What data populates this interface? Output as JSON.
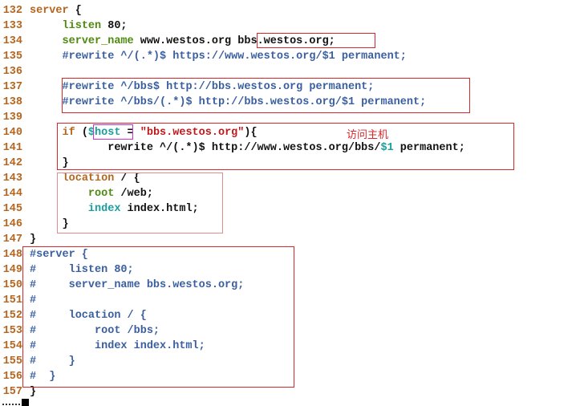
{
  "editor": {
    "lines": [
      {
        "num": "132",
        "segs": [
          {
            "t": "server",
            "c": "kw"
          },
          {
            "t": " {",
            "c": "txt"
          }
        ]
      },
      {
        "num": "133",
        "segs": [
          {
            "t": "     ",
            "c": "txt"
          },
          {
            "t": "listen",
            "c": "dir"
          },
          {
            "t": " 80;",
            "c": "txt"
          }
        ]
      },
      {
        "num": "134",
        "segs": [
          {
            "t": "     ",
            "c": "txt"
          },
          {
            "t": "server_name",
            "c": "dir"
          },
          {
            "t": " www.westos.org bbs.westos.org;",
            "c": "txt"
          }
        ]
      },
      {
        "num": "135",
        "segs": [
          {
            "t": "     ",
            "c": "txt"
          },
          {
            "t": "#rewrite ^/(.*)$ https://www.westos.org/$1 permanent;",
            "c": "cmt"
          }
        ]
      },
      {
        "num": "136",
        "segs": []
      },
      {
        "num": "137",
        "segs": [
          {
            "t": "     ",
            "c": "txt"
          },
          {
            "t": "#rewrite ^/bbs$ http://bbs.westos.org permanent;",
            "c": "cmt"
          }
        ]
      },
      {
        "num": "138",
        "segs": [
          {
            "t": "     ",
            "c": "txt"
          },
          {
            "t": "#rewrite ^/bbs/(.*)$ http://bbs.westos.org/$1 permanent;",
            "c": "cmt"
          }
        ]
      },
      {
        "num": "139",
        "segs": []
      },
      {
        "num": "140",
        "segs": [
          {
            "t": "     ",
            "c": "txt"
          },
          {
            "t": "if",
            "c": "kw"
          },
          {
            "t": " (",
            "c": "txt"
          },
          {
            "t": "$host",
            "c": "teal"
          },
          {
            "t": " = ",
            "c": "txt"
          },
          {
            "t": "\"bbs.westos.org\"",
            "c": "str"
          },
          {
            "t": "){",
            "c": "txt"
          }
        ]
      },
      {
        "num": "141",
        "segs": [
          {
            "t": "            rewrite ^/(.*)$ http://www.westos.org/bbs/",
            "c": "txt"
          },
          {
            "t": "$1",
            "c": "teal"
          },
          {
            "t": " permanent;",
            "c": "txt"
          }
        ]
      },
      {
        "num": "142",
        "segs": [
          {
            "t": "     }",
            "c": "txt"
          }
        ]
      },
      {
        "num": "143",
        "segs": [
          {
            "t": "     ",
            "c": "txt"
          },
          {
            "t": "location",
            "c": "kw"
          },
          {
            "t": " / {",
            "c": "txt"
          }
        ]
      },
      {
        "num": "144",
        "segs": [
          {
            "t": "         ",
            "c": "txt"
          },
          {
            "t": "root",
            "c": "dir"
          },
          {
            "t": " /web;",
            "c": "txt"
          }
        ]
      },
      {
        "num": "145",
        "segs": [
          {
            "t": "         ",
            "c": "txt"
          },
          {
            "t": "index",
            "c": "teal"
          },
          {
            "t": " index.html;",
            "c": "txt"
          }
        ]
      },
      {
        "num": "146",
        "segs": [
          {
            "t": "     }",
            "c": "txt"
          }
        ]
      },
      {
        "num": "147",
        "segs": [
          {
            "t": "}",
            "c": "txt"
          }
        ]
      },
      {
        "num": "148",
        "segs": [
          {
            "t": "#server {",
            "c": "cmt"
          }
        ]
      },
      {
        "num": "149",
        "segs": [
          {
            "t": "#     listen 80;",
            "c": "cmt"
          }
        ]
      },
      {
        "num": "150",
        "segs": [
          {
            "t": "#     server_name bbs.westos.org;",
            "c": "cmt"
          }
        ]
      },
      {
        "num": "151",
        "segs": [
          {
            "t": "#",
            "c": "cmt"
          }
        ]
      },
      {
        "num": "152",
        "segs": [
          {
            "t": "#     location / {",
            "c": "cmt"
          }
        ]
      },
      {
        "num": "153",
        "segs": [
          {
            "t": "#         root /bbs;",
            "c": "cmt"
          }
        ]
      },
      {
        "num": "154",
        "segs": [
          {
            "t": "#         index index.html;",
            "c": "cmt"
          }
        ]
      },
      {
        "num": "155",
        "segs": [
          {
            "t": "#     }",
            "c": "cmt"
          }
        ]
      },
      {
        "num": "156",
        "segs": [
          {
            "t": "#  }",
            "c": "cmt"
          }
        ]
      },
      {
        "num": "157",
        "segs": [
          {
            "t": "}",
            "c": "txt"
          }
        ]
      }
    ]
  },
  "annotation": {
    "label": "访问主机"
  },
  "colors": {
    "keyword": "#b5651d",
    "directive": "#4f8a10",
    "comment": "#3a5fa0",
    "string": "#c0181b",
    "variable": "#1a9e9e",
    "highlight_box": "#d9262b"
  }
}
